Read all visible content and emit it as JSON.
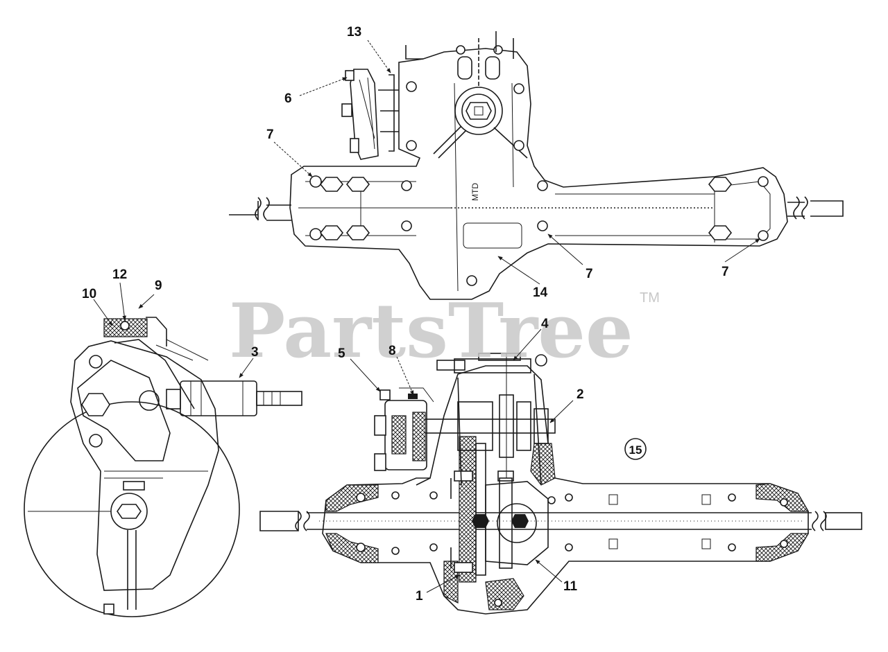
{
  "watermark": {
    "brand": "PartsTree",
    "trademark": "TM",
    "color": "#c8c8c8"
  },
  "diagram": {
    "stamp_text": "MTD",
    "line_color": "#1a1a1a",
    "callouts": [
      {
        "id": "13",
        "text": "13"
      },
      {
        "id": "6",
        "text": "6"
      },
      {
        "id": "7a",
        "text": "7"
      },
      {
        "id": "7b",
        "text": "7"
      },
      {
        "id": "7c",
        "text": "7"
      },
      {
        "id": "14",
        "text": "14"
      },
      {
        "id": "12",
        "text": "12"
      },
      {
        "id": "10",
        "text": "10"
      },
      {
        "id": "9",
        "text": "9"
      },
      {
        "id": "3",
        "text": "3"
      },
      {
        "id": "5",
        "text": "5"
      },
      {
        "id": "8",
        "text": "8"
      },
      {
        "id": "4",
        "text": "4"
      },
      {
        "id": "2",
        "text": "2"
      },
      {
        "id": "15",
        "text": "15"
      },
      {
        "id": "1",
        "text": "1"
      },
      {
        "id": "11",
        "text": "11"
      }
    ]
  }
}
